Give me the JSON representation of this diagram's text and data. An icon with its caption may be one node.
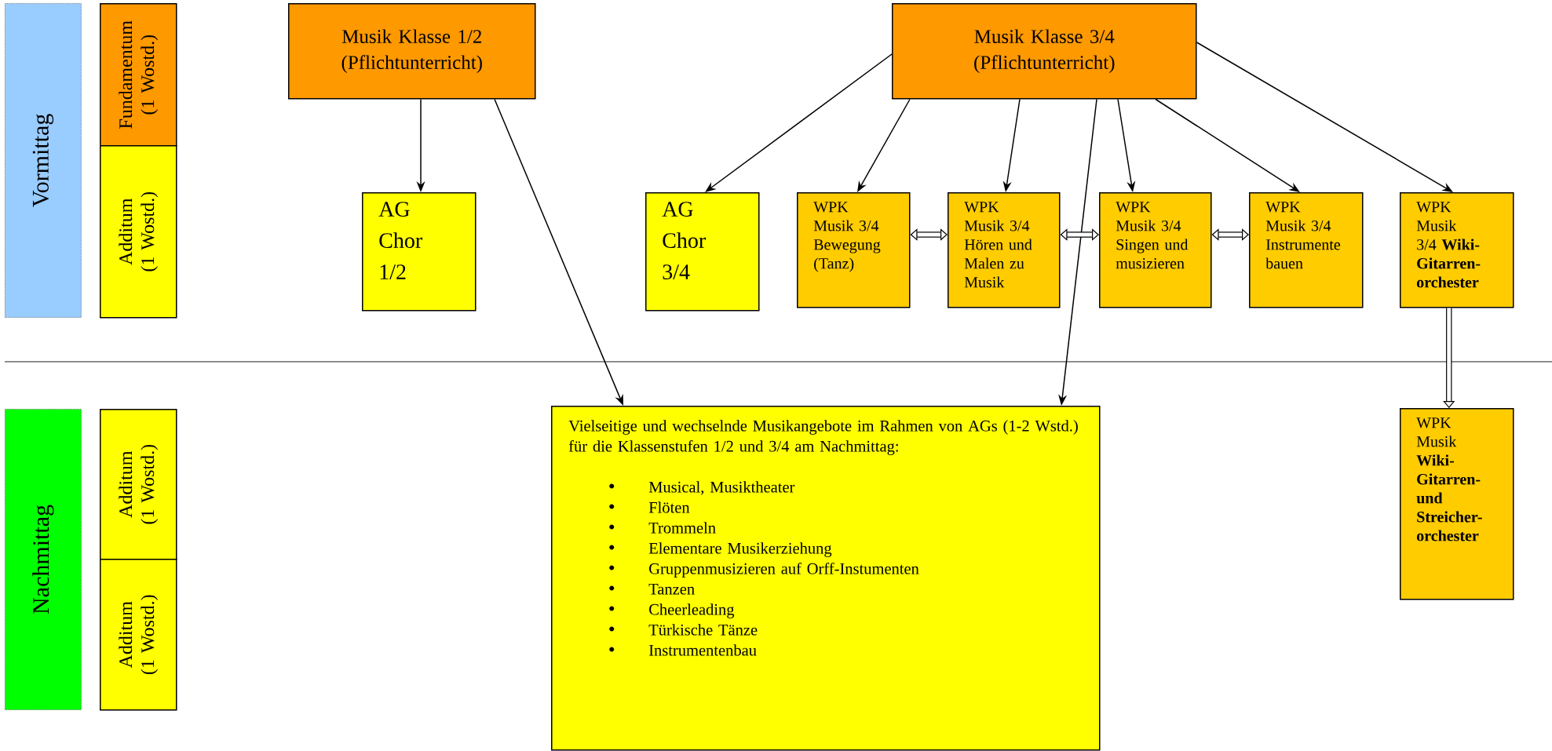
{
  "diagram": {
    "nodes": [
      {
        "text": [
          "Vormittag"
        ]
      },
      {
        "text": [
          "Fundamentum (1 Wostd.)"
        ]
      },
      {
        "text": [
          "Additum (1 Wostd.)"
        ]
      },
      {
        "text": [
          "Musik Klasse 1/2 (Pflichtunterricht)"
        ]
      },
      {
        "text": [
          "Musik Klasse 3/4 (Pflichtunterricht)"
        ]
      },
      {
        "text": [
          "AG Chor 1/2"
        ]
      },
      {
        "text": [
          "AG Chor 3/4"
        ]
      },
      {
        "text": [
          "WPK Musik 3/4 Bewegung (Tanz)"
        ]
      },
      {
        "text": [
          "WPK Musik 3/4 Hören und Malen zu Musik"
        ]
      },
      {
        "text": [
          "WPK Musik 3/4 Singen und musizieren"
        ]
      },
      {
        "text": [
          "WPK Musik 3/4 Instrumente bauen"
        ]
      },
      {
        "text": [
          "WPK Musik 3/4 **Wiki-Gitarren-orchester**"
        ]
      },
      {
        "text": [
          "Nachmittag"
        ]
      },
      {
        "text": [
          "Additum (1 Wostd.)"
        ]
      },
      {
        "text": [
          "Additum (1 Wostd.)"
        ]
      },
      {
        "text": [
          "Vielseitige und wechselnde Musikangebote im Rahmen von AGs (1-2 Wstd.) für die Klassenstufen 1/2  und 3/4 am Nachmittag:",
          "Musical, Musiktheater",
          "Flöten",
          "Trommeln",
          "Elementare Musikerziehung",
          "Gruppenmusizieren auf Orff-Instumenten",
          "Tanzen",
          "Cheerleading",
          "Türkische Tänze",
          "Instrumentenbau"
        ]
      },
      {
        "text": [
          "WPK Musik **Wiki-Gitarren- und Streicher-orchester**"
        ]
      }
    ],
    "edges": [
      {
        "from": 3,
        "to": 5,
        "arrow": "to"
      },
      {
        "from": 3,
        "to": 15,
        "arrow": "to"
      },
      {
        "from": 4,
        "to": 6,
        "arrow": "to"
      },
      {
        "from": 4,
        "to": 7,
        "arrow": "to"
      },
      {
        "from": 4,
        "to": 8,
        "arrow": "to"
      },
      {
        "from": 4,
        "to": 9,
        "arrow": "to"
      },
      {
        "from": 4,
        "to": 10,
        "arrow": "to"
      },
      {
        "from": 4,
        "to": 11,
        "arrow": "to"
      },
      {
        "from": 4,
        "to": 15,
        "arrow": "to"
      },
      {
        "from": 7,
        "to": 8,
        "arrow": "both",
        "style": "thick"
      },
      {
        "from": 8,
        "to": 9,
        "arrow": "both",
        "style": "thick"
      },
      {
        "from": 9,
        "to": 10,
        "arrow": "both",
        "style": "thick"
      },
      {
        "from": 11,
        "to": 16,
        "arrow": "to",
        "style": "thick"
      }
    ]
  }
}
